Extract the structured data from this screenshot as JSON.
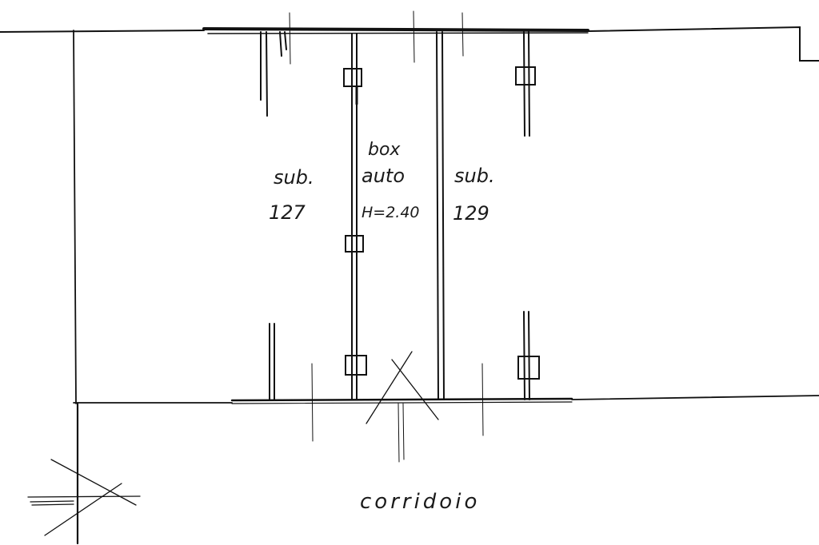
{
  "labels": {
    "left_unit": {
      "line1": "sub.",
      "line2": "127"
    },
    "garage": {
      "line1": "box",
      "line2": "auto",
      "line3": "H=2.40"
    },
    "right_unit": {
      "line1": "sub.",
      "line2": "129"
    },
    "corridor": "corridoio"
  }
}
